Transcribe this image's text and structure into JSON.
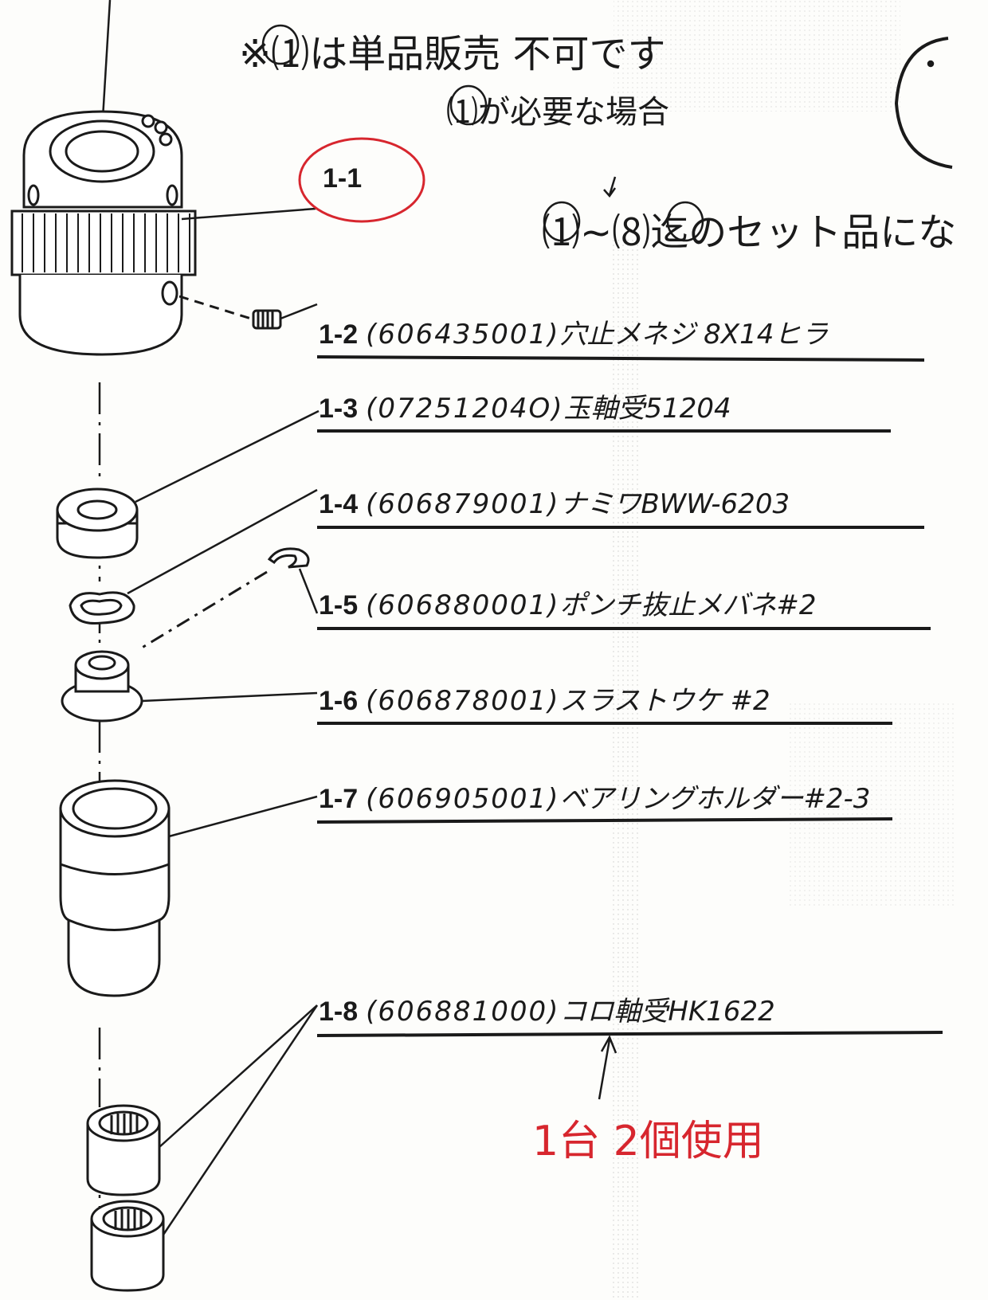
{
  "notes": {
    "line1": "※⑴は単品販売 不可です",
    "line2": "⑴が必要な場合",
    "line3": "⑴~⑻迄のセット品にな",
    "red_label": "1-1",
    "red_note": "1台 2個使用"
  },
  "parts": [
    {
      "num": "1-2",
      "code": "(606435001)",
      "name": "穴止メネジ 8X14ヒラ"
    },
    {
      "num": "1-3",
      "code": "(07251204O)",
      "name": "玉軸受51204"
    },
    {
      "num": "1-4",
      "code": "(606879001)",
      "name": "ナミワBWW-6203"
    },
    {
      "num": "1-5",
      "code": "(606880001)",
      "name": "ポンチ抜止メバネ#2"
    },
    {
      "num": "1-6",
      "code": "(606878001)",
      "name": "スラストウケ #2"
    },
    {
      "num": "1-7",
      "code": "(606905001)",
      "name": "ベアリングホルダー#2-3"
    },
    {
      "num": "1-8",
      "code": "(606881000)",
      "name": "コロ軸受HK1622"
    }
  ],
  "colors": {
    "ink": "#1a1a1a",
    "red": "#d7262e",
    "paper": "#fdfdfb"
  }
}
